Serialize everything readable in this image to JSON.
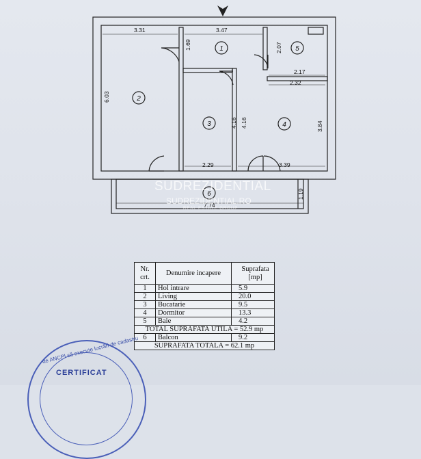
{
  "plan": {
    "dims": {
      "top_left_width": "3.31",
      "top_mid_width": "3.47",
      "hall_height": "1.69",
      "living_height": "6.03",
      "bath_height": "2.07",
      "bath_width_top": "2.17",
      "bath_width_bottom": "2.32",
      "kitchen_height_left": "4.16",
      "kitchen_height_right": "4.16",
      "bedroom_height": "3.84",
      "kitchen_width": "2.29",
      "bedroom_width": "3.39",
      "total_width": "7.74",
      "balcony_depth": "1.19"
    },
    "room_numbers": [
      "1",
      "2",
      "3",
      "4",
      "5",
      "6"
    ]
  },
  "watermark": {
    "line1": "SUDREZIDENTIAL",
    "line2": "SUDREZIDENTIAL.RO",
    "line3": "REAL ESTATE GROUP"
  },
  "table": {
    "header": {
      "nr": "Nr. crt.",
      "name": "Denumire incapere",
      "area": "Suprafata [mp]"
    },
    "rows": [
      {
        "nr": "1",
        "name": "Hol intrare",
        "area": "5.9"
      },
      {
        "nr": "2",
        "name": "Living",
        "area": "20.0"
      },
      {
        "nr": "3",
        "name": "Bucatarie",
        "area": "9.5"
      },
      {
        "nr": "4",
        "name": "Dormitor",
        "area": "13.3"
      },
      {
        "nr": "5",
        "name": "Baie",
        "area": "4.2"
      }
    ],
    "total_util": "TOTAL SUPRAFATA UTILA = 52.9 mp",
    "balcon": {
      "nr": "6",
      "name": "Balcon",
      "area": "9.2"
    },
    "total": "SUPRAFATA TOTALA = 62.1 mp"
  },
  "stamp": {
    "arc_text": "de ANCPI să execute lucrări de cadastru",
    "word": "CERTIFICAT"
  }
}
